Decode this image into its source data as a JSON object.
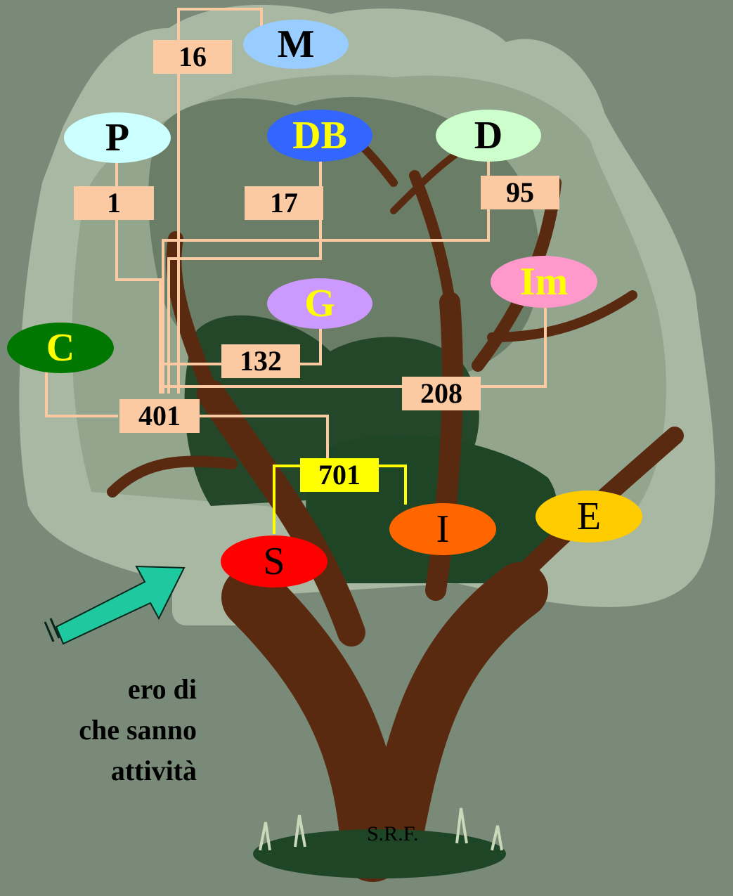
{
  "nodes": {
    "M": {
      "label": "M",
      "fill": "#99ccff",
      "text_color": "#000000"
    },
    "P": {
      "label": "P",
      "fill": "#ccffff",
      "text_color": "#000000"
    },
    "DB": {
      "label": "DB",
      "fill": "#3366ff",
      "text_color": "#ffff00"
    },
    "D": {
      "label": "D",
      "fill": "#ccffcc",
      "text_color": "#000000"
    },
    "Im": {
      "label": "Im",
      "fill": "#ff99cc",
      "text_color": "#ffff00"
    },
    "G": {
      "label": "G",
      "fill": "#cc99ff",
      "text_color": "#ffff00"
    },
    "C": {
      "label": "C",
      "fill": "#007700",
      "text_color": "#ffff00"
    },
    "S": {
      "label": "S",
      "fill": "#ff0000",
      "text_color": "#000000"
    },
    "I": {
      "label": "I",
      "fill": "#ff6600",
      "text_color": "#000000"
    },
    "E": {
      "label": "E",
      "fill": "#ffcc00",
      "text_color": "#000000"
    }
  },
  "counts": {
    "M": "16",
    "P": "1",
    "DB": "17",
    "D": "95",
    "G": "132",
    "Im": "208",
    "C": "401",
    "S": "701"
  },
  "caption": [
    "ero di",
    "che sanno",
    "attività"
  ],
  "footer": "S.R.F.",
  "colors": {
    "background": "#7a8a78",
    "connector": "#fbc9a2",
    "highlight_connector": "#ffff00",
    "arrow": "#1fc9a0",
    "trunk": "#5a2a10"
  }
}
